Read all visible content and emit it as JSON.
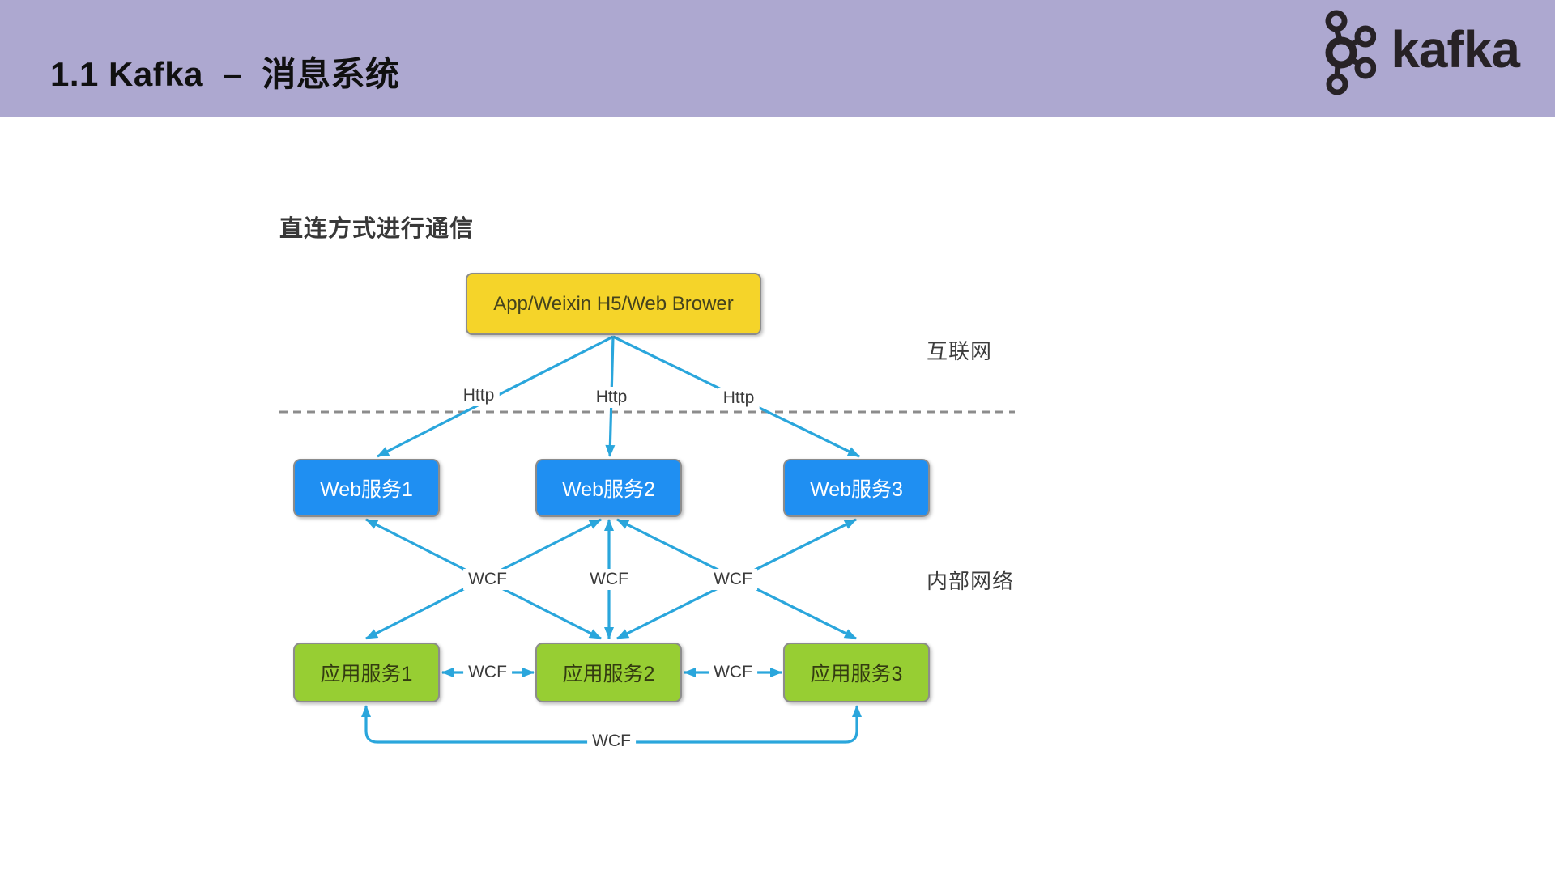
{
  "header": {
    "title": "1.1 Kafka  –  消息系统",
    "logo": {
      "text": "kafka",
      "icon": "kafka-logo-icon"
    }
  },
  "diagram": {
    "title": "直连方式进行通信",
    "zone_labels": {
      "internet": "互联网",
      "internal": "内部网络"
    },
    "nodes": {
      "client": {
        "label": "App/Weixin H5/Web Brower"
      },
      "web_services": [
        {
          "label": "Web服务1"
        },
        {
          "label": "Web服务2"
        },
        {
          "label": "Web服务3"
        }
      ],
      "app_services": [
        {
          "label": "应用服务1"
        },
        {
          "label": "应用服务2"
        },
        {
          "label": "应用服务3"
        }
      ]
    },
    "edge_labels": {
      "http": "Http",
      "wcf": "WCF"
    },
    "edges": [
      {
        "from": "client",
        "to": "web1",
        "label": "Http",
        "bidirectional": false
      },
      {
        "from": "client",
        "to": "web2",
        "label": "Http",
        "bidirectional": false
      },
      {
        "from": "client",
        "to": "web3",
        "label": "Http",
        "bidirectional": false
      },
      {
        "from": "web1",
        "to": "app2",
        "label": "WCF",
        "bidirectional": true
      },
      {
        "from": "app1",
        "to": "web2",
        "label": "WCF",
        "bidirectional": true
      },
      {
        "from": "web2",
        "to": "app2",
        "label": "WCF",
        "bidirectional": true
      },
      {
        "from": "web2",
        "to": "app3",
        "label": "WCF",
        "bidirectional": true
      },
      {
        "from": "app2",
        "to": "web3",
        "label": "WCF",
        "bidirectional": true
      },
      {
        "from": "app1",
        "to": "app2",
        "label": "WCF",
        "bidirectional": true
      },
      {
        "from": "app2",
        "to": "app3",
        "label": "WCF",
        "bidirectional": true
      },
      {
        "from": "app1",
        "to": "app3",
        "label": "WCF",
        "bidirectional": true
      }
    ],
    "colors": {
      "client_fill": "#F5D429",
      "web_service_fill": "#1F8FF2",
      "app_service_fill": "#97CE33",
      "connector_blue": "#2AA6DC",
      "divider_gray": "#8C8C8C",
      "node_border": "#8C8C8C"
    }
  },
  "colors": {
    "header_bg": "#ADA8D0",
    "page_bg": "#FFFFFF",
    "logo_dark": "#272226"
  }
}
